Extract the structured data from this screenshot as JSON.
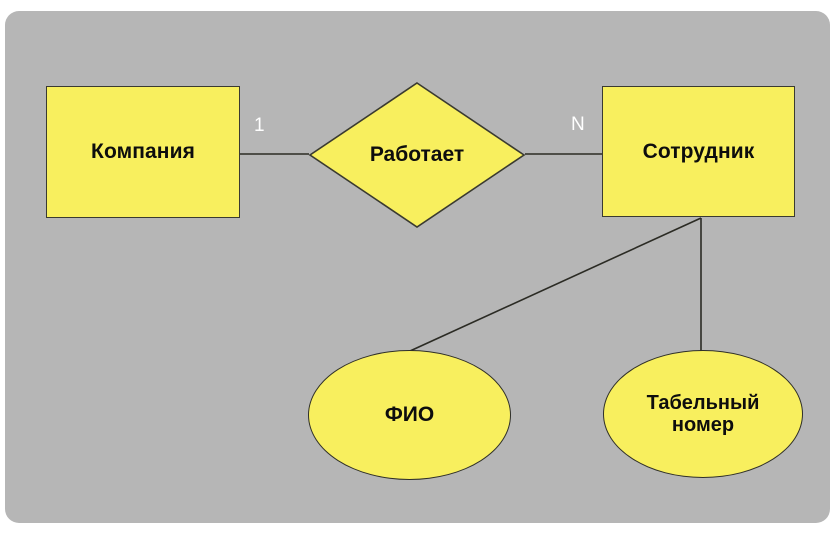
{
  "diagram": {
    "type": "er-diagram",
    "background_color": "#b6b6b6",
    "page_background": "#ffffff",
    "shape_fill": "#f8ef5e",
    "shape_stroke": "#3a3a30",
    "label_color": "#0d0d0d",
    "cardinality_color": "#ffffff",
    "entities": [
      {
        "id": "company",
        "label": "Компания",
        "shape": "rectangle"
      },
      {
        "id": "employee",
        "label": "Сотрудник",
        "shape": "rectangle"
      }
    ],
    "relationships": [
      {
        "id": "works",
        "label": "Работает",
        "shape": "diamond"
      }
    ],
    "attributes": [
      {
        "id": "fullname",
        "label": "ФИО",
        "shape": "ellipse"
      },
      {
        "id": "badge",
        "label_line1": "Табельный",
        "label_line2": "номер",
        "shape": "ellipse"
      }
    ],
    "cardinalities": [
      {
        "id": "one",
        "label": "1",
        "side": "left"
      },
      {
        "id": "many",
        "label": "N",
        "side": "right"
      }
    ]
  }
}
